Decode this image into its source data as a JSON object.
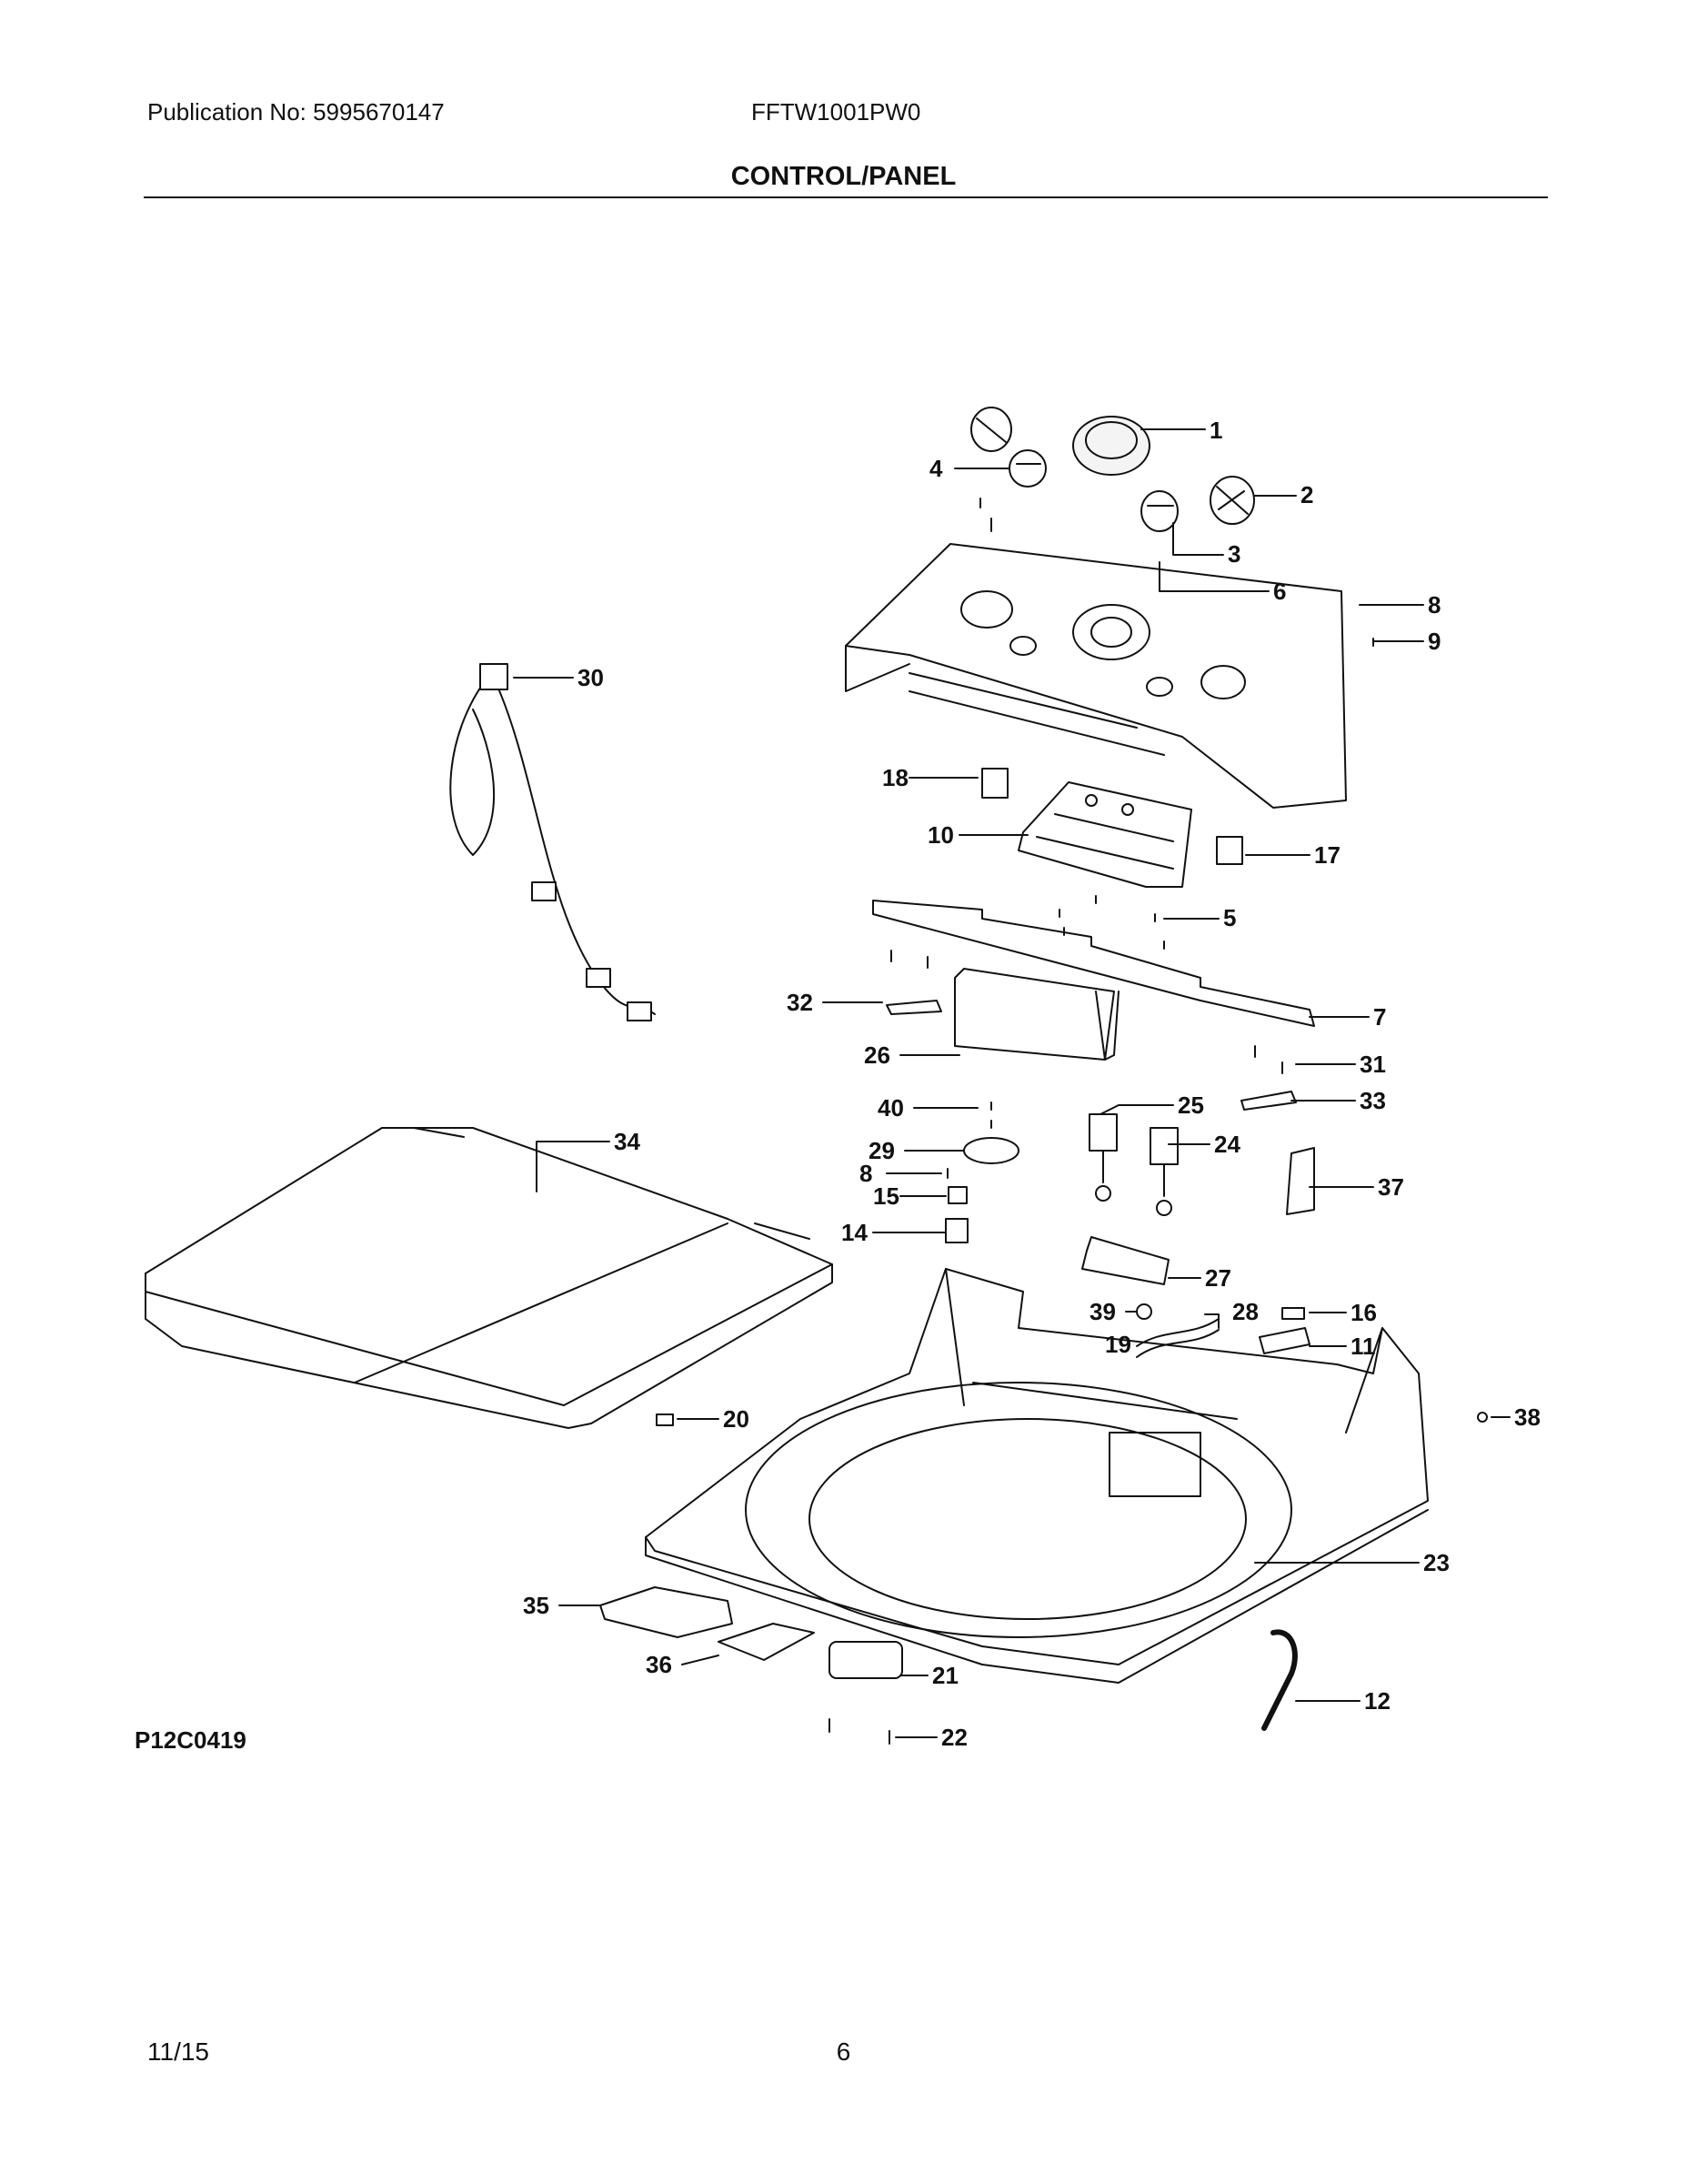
{
  "header": {
    "publication": "Publication No: 5995670147",
    "model": "FFTW1001PW0",
    "title": "CONTROL/PANEL"
  },
  "diagram": {
    "code": "P12C0419",
    "callouts": [
      {
        "id": "c1",
        "label": "1"
      },
      {
        "id": "c2",
        "label": "2"
      },
      {
        "id": "c3",
        "label": "3"
      },
      {
        "id": "c4",
        "label": "4"
      },
      {
        "id": "c5",
        "label": "5"
      },
      {
        "id": "c6",
        "label": "6"
      },
      {
        "id": "c7",
        "label": "7"
      },
      {
        "id": "c8a",
        "label": "8"
      },
      {
        "id": "c8b",
        "label": "8"
      },
      {
        "id": "c9",
        "label": "9"
      },
      {
        "id": "c10",
        "label": "10"
      },
      {
        "id": "c11",
        "label": "11"
      },
      {
        "id": "c12",
        "label": "12"
      },
      {
        "id": "c14",
        "label": "14"
      },
      {
        "id": "c15",
        "label": "15"
      },
      {
        "id": "c16",
        "label": "16"
      },
      {
        "id": "c17",
        "label": "17"
      },
      {
        "id": "c18",
        "label": "18"
      },
      {
        "id": "c19",
        "label": "19"
      },
      {
        "id": "c20",
        "label": "20"
      },
      {
        "id": "c21",
        "label": "21"
      },
      {
        "id": "c22",
        "label": "22"
      },
      {
        "id": "c23",
        "label": "23"
      },
      {
        "id": "c24",
        "label": "24"
      },
      {
        "id": "c25",
        "label": "25"
      },
      {
        "id": "c26",
        "label": "26"
      },
      {
        "id": "c27",
        "label": "27"
      },
      {
        "id": "c28",
        "label": "28"
      },
      {
        "id": "c29",
        "label": "29"
      },
      {
        "id": "c30",
        "label": "30"
      },
      {
        "id": "c31",
        "label": "31"
      },
      {
        "id": "c32",
        "label": "32"
      },
      {
        "id": "c33",
        "label": "33"
      },
      {
        "id": "c34",
        "label": "34"
      },
      {
        "id": "c35",
        "label": "35"
      },
      {
        "id": "c36",
        "label": "36"
      },
      {
        "id": "c37",
        "label": "37"
      },
      {
        "id": "c38",
        "label": "38"
      },
      {
        "id": "c39",
        "label": "39"
      },
      {
        "id": "c40",
        "label": "40"
      }
    ]
  },
  "footer": {
    "date": "11/15",
    "page": "6"
  }
}
